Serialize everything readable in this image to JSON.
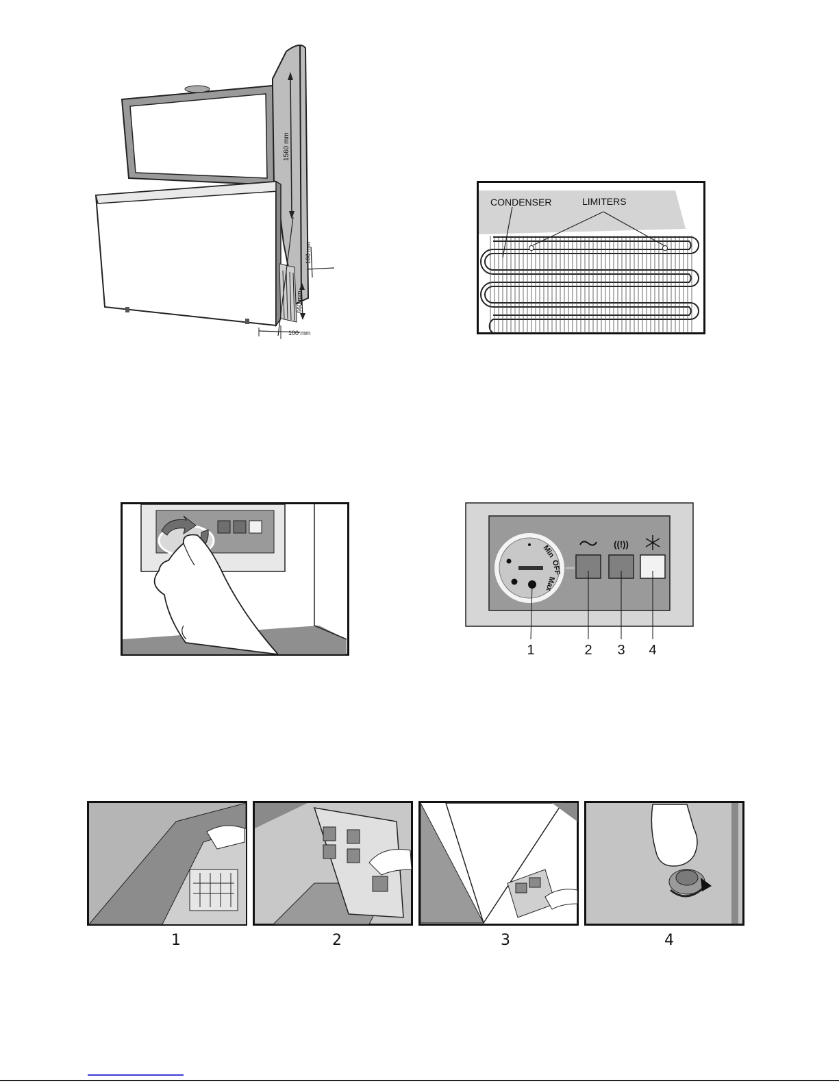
{
  "fig1": {
    "dim_height": "1560 mm",
    "dim_top_gap": "100 mm",
    "dim_side": "660 mm",
    "dim_bottom_gap": "100 mm"
  },
  "fig2": {
    "label_condenser": "CONDENSER",
    "label_limiters": "LIMITERS"
  },
  "fig4": {
    "dial_marks": [
      "Min",
      "OFF",
      "Max"
    ],
    "callouts": [
      "1",
      "2",
      "3",
      "4"
    ],
    "colors": {
      "panel": "#d6d6d6",
      "inner": "#9a9a9a",
      "button_dark": "#808080",
      "button_light": "#f2f2f2"
    }
  },
  "steps": {
    "labels": [
      "1",
      "2",
      "3",
      "4"
    ]
  }
}
